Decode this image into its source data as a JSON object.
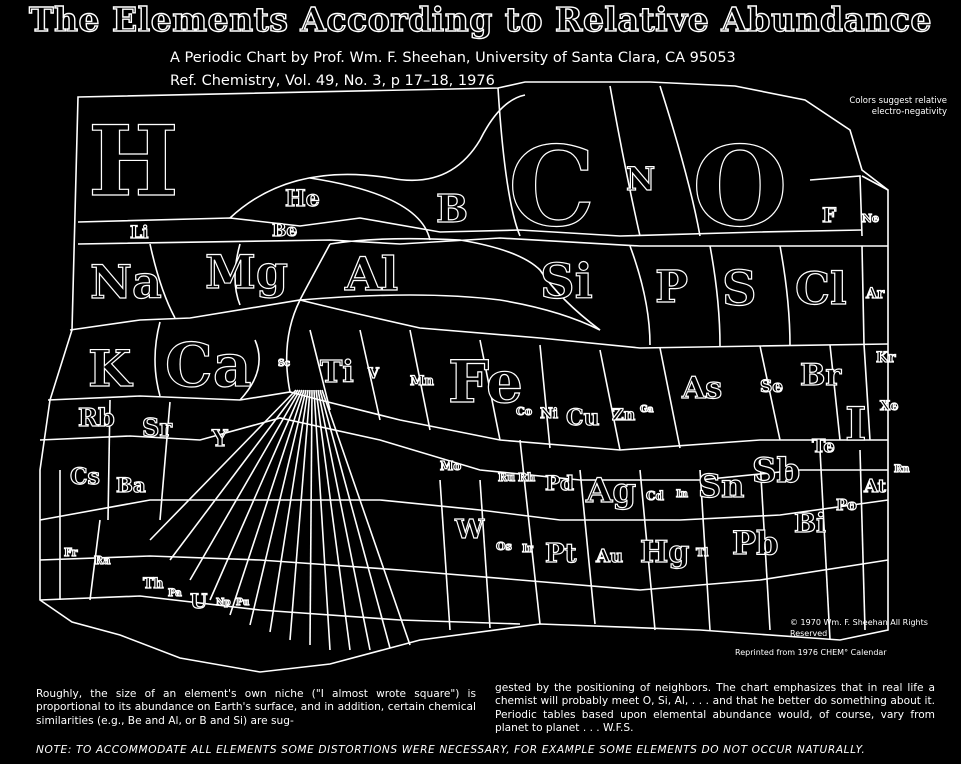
{
  "header": {
    "title": "The Elements According to Relative Abundance",
    "subtitle": "A Periodic Chart by Prof. Wm. F. Sheehan, University of Santa Clara, CA 95053",
    "reference": "Ref. Chemistry, Vol. 49, No. 3, p 17–18, 1976"
  },
  "notes": {
    "colors": "Colors suggest relative electro-negativity",
    "copyright": "© 1970 Wm. F. Sheehan All Rights Reserved",
    "reprinted": "Reprinted from 1976 CHEM° Calendar"
  },
  "body": {
    "left": "Roughly, the size of an element's own niche (\"I almost wrote square\") is proportional to its abundance on Earth's surface, and in addition, certain chemical similarities (e.g., Be and Al, or B and Si) are sug-",
    "right": "gested by the positioning of neighbors. The chart emphasizes that in real life a chemist will probably meet O, Si, Al, . . . and that he better do something about it. Periodic tables based upon elemental abundance would, of course, vary from planet to planet . . . W.F.S.",
    "footnote": "NOTE: TO ACCOMMODATE ALL ELEMENTS SOME DISTORTIONS WERE NECESSARY, FOR EXAMPLE SOME ELEMENTS DO NOT OCCUR NATURALLY."
  },
  "elements": {
    "H": "H",
    "He": "He",
    "Li": "Li",
    "Be": "Be",
    "B": "B",
    "C": "C",
    "N": "N",
    "O": "O",
    "F": "F",
    "Ne": "Ne",
    "Na": "Na",
    "Mg": "Mg",
    "Al": "Al",
    "Si": "Si",
    "P": "P",
    "S": "S",
    "Cl": "Cl",
    "Ar": "Ar",
    "K": "K",
    "Ca": "Ca",
    "Sc": "Sc",
    "Ti": "Ti",
    "V": "V",
    "Mn": "Mn",
    "Fe": "Fe",
    "Co": "Co",
    "Ni": "Ni",
    "Cu": "Cu",
    "Zn": "Zn",
    "Ga": "Ga",
    "As": "As",
    "Se": "Se",
    "Br": "Br",
    "Kr": "Kr",
    "Rb": "Rb",
    "Sr": "Sr",
    "Y": "Y",
    "Mo": "Mo",
    "Ru": "Ru",
    "Rh": "Rh",
    "Pd": "Pd",
    "Ag": "Ag",
    "Cd": "Cd",
    "In": "In",
    "Sn": "Sn",
    "Sb": "Sb",
    "Te": "Te",
    "I": "I",
    "Xe": "Xe",
    "Cs": "Cs",
    "Ba": "Ba",
    "W": "W",
    "Os": "Os",
    "Ir": "Ir",
    "Pt": "Pt",
    "Au": "Au",
    "Hg": "Hg",
    "Tl": "Tl",
    "Pb": "Pb",
    "Bi": "Bi",
    "Po": "Po",
    "At": "At",
    "Rn": "Rn",
    "Fr": "Fr",
    "Ra": "Ra",
    "Th": "Th",
    "Pa": "Pa",
    "U": "U",
    "Np": "Np",
    "Pu": "Pu"
  }
}
